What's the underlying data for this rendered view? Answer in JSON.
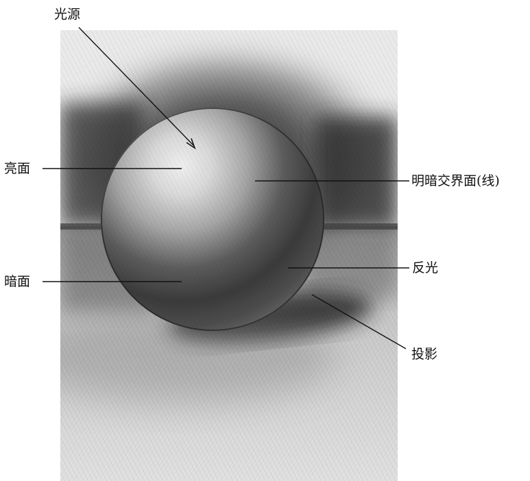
{
  "labels": {
    "light_source": "光源",
    "highlight_face": "亮面",
    "terminator": "明暗交界面(线)",
    "shadow_face": "暗面",
    "reflected_light": "反光",
    "cast_shadow": "投影"
  },
  "colors": {
    "paper": "#f2f2f2",
    "pencil_dark": "#2c2c2c",
    "pencil_mid": "#6a6a6a",
    "highlight": "#f3f3f3",
    "leader_line": "#111111"
  }
}
